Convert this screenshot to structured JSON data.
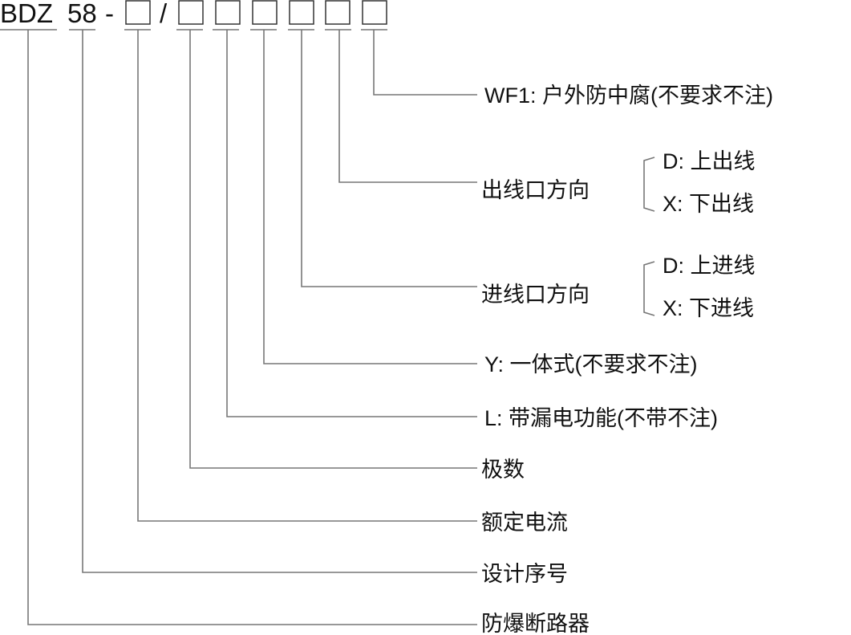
{
  "model_code": {
    "prefix": "BDZ",
    "series": "58",
    "dash": "-",
    "slash": "/"
  },
  "fields": {
    "anticorrosion": "WF1:  户外防中腐(不要求不注)",
    "outlet_direction": {
      "label": "出线口方向",
      "options": [
        "D:  上出线",
        "X:  下出线"
      ]
    },
    "inlet_direction": {
      "label": "进线口方向",
      "options": [
        "D:  上进线",
        "X:  下进线"
      ]
    },
    "integrated": "Y:  一体式(不要求不注)",
    "leakage": "L:  带漏电功能(不带不注)",
    "poles": "极数",
    "rated_current": "额定电流",
    "design_number": "设计序号",
    "product": "防爆断路器"
  }
}
